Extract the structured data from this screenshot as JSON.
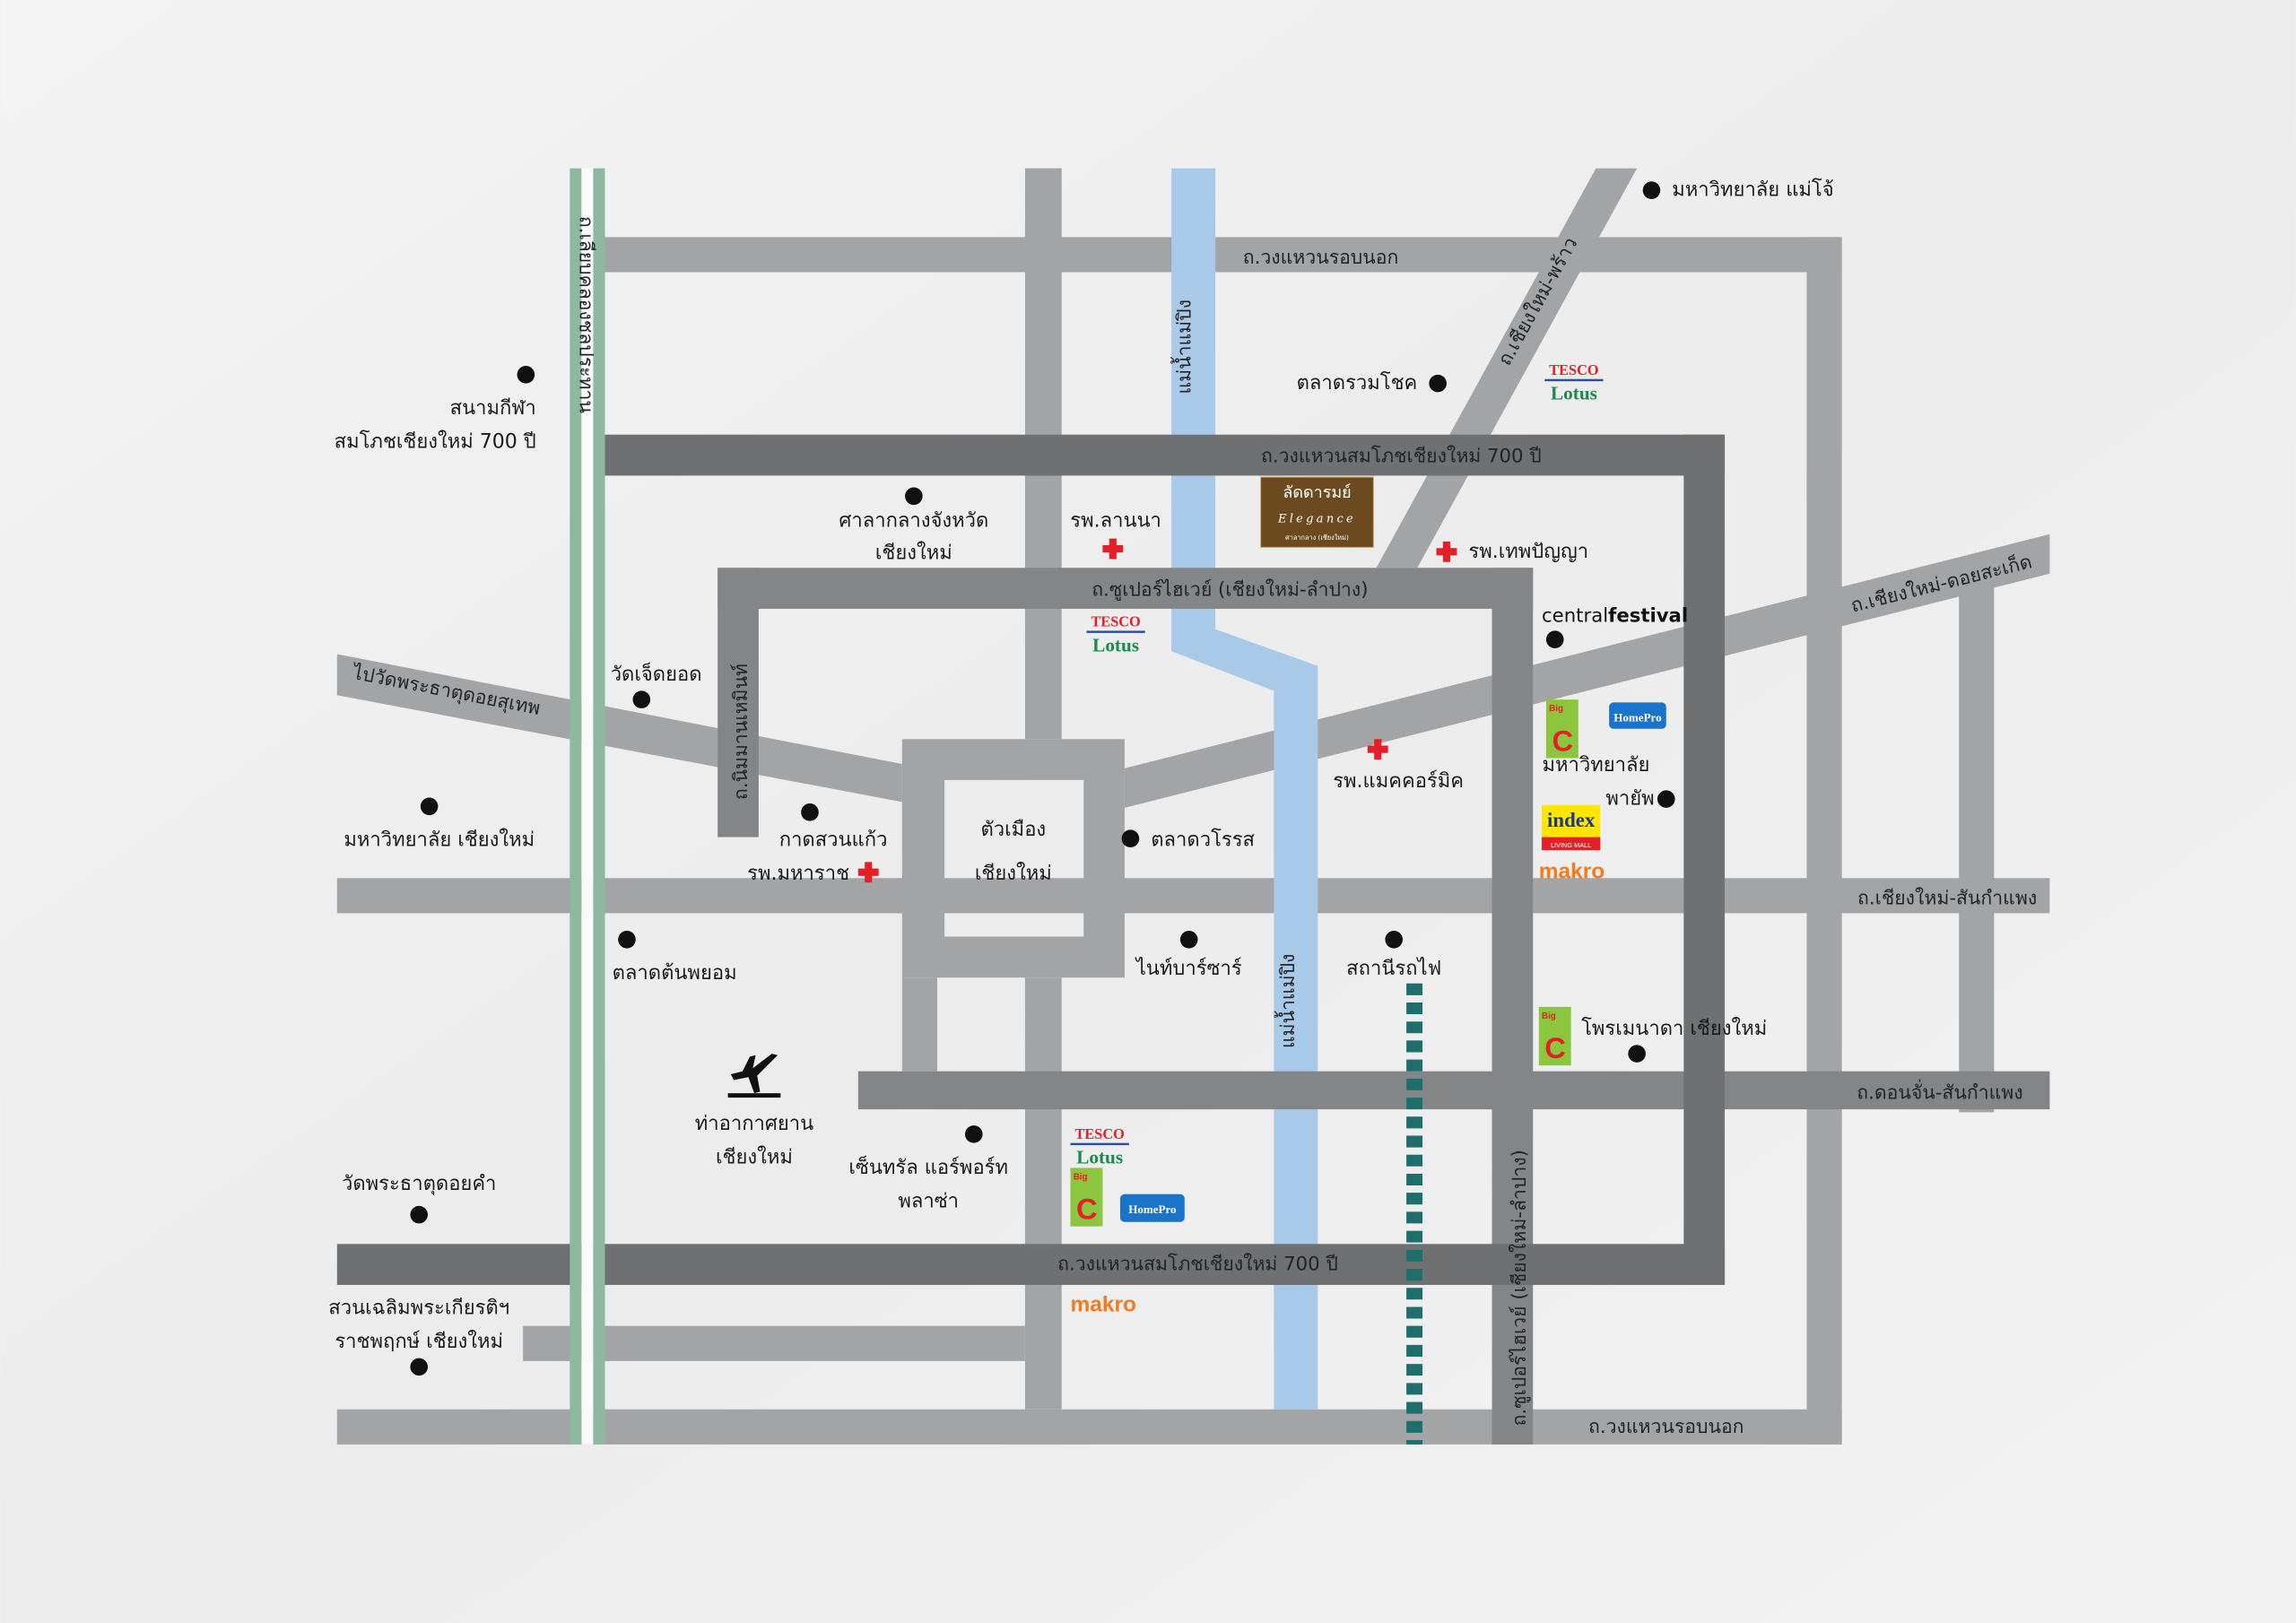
{
  "colors": {
    "light_road": "#a3a4a6",
    "dark_road": "#6f7072",
    "medium_road": "#848587",
    "river": "#a9c9e8",
    "canal": "#8fb8a0",
    "railway": "#1f6e6e",
    "hospital": "#e32028"
  },
  "roads": {
    "outer_ring_top": "ถ.วงแหวนรอบนอก",
    "outer_ring_bottom": "ถ.วงแหวนรอบนอก",
    "ring700_top": "ถ.วงแหวนสมโภชเชียงใหม่ 700 ปี",
    "ring700_bottom": "ถ.วงแหวนสมโภชเชียงใหม่ 700 ปี",
    "superhighway_top": "ถ.ซูเปอร์ไฮเวย์ (เชียงใหม่-ลำปาง)",
    "superhighway_right": "ถ.ซูเปอร์ไฮเวย์ (เชียงใหม่-ลำปาง)",
    "canal_road": "ถ.เลียบคลองชลประทาน",
    "phrao": "ถ.เชียงใหม่-พร้าว",
    "doi_saket": "ถ.เชียงใหม่-ดอยสะเก็ด",
    "sankamphaeng": "ถ.เชียงใหม่-สันกำแพง",
    "don_chan": "ถ.ดอนจั่น-สันกำแพง",
    "nimman": "ถ.นิมมานเหมินท์",
    "doi_suthep": "ไปวัดพระธาตุดอยสุเทพ",
    "river_top": "แม่น้ำแม่ปิง",
    "river_bottom": "แม่น้ำแม่ปิง"
  },
  "places": {
    "maejo": "มหาวิทยาลัย แม่โจ้",
    "stadium_1": "สนามกีฬา",
    "stadium_2": "สมโภชเชียงใหม่ 700 ปี",
    "ruamchok": "ตลาดรวมโชค",
    "city_hall_1": "ศาลากลางจังหวัด",
    "city_hall_2": "เชียงใหม่",
    "lanna_hosp": "รพ.ลานนา",
    "thepanya_hosp": "รพ.เทพปัญญา",
    "wat_jedyod": "วัดเจ็ดยอด",
    "cmu": "มหาวิทยาลัย เชียงใหม่",
    "kad_suan_kaew": "กาดสวนแก้ว",
    "maharaj_hosp": "รพ.มหาราช",
    "city_1": "ตัวเมือง",
    "city_2": "เชียงใหม่",
    "warorot": "ตลาดวโรรส",
    "mccormick_hosp": "รพ.แมคคอร์มิค",
    "payap_1": "มหาวิทยาลัย",
    "payap_2": "พายัพ",
    "ton_payom": "ตลาดต้นพยอม",
    "night_bazaar": "ไนท์บาร์ซาร์",
    "station": "สถานีรถไฟ",
    "promenada": "โพรเมนาดา เชียงใหม่",
    "airport_1": "ท่าอากาศยาน",
    "airport_2": "เชียงใหม่",
    "airport_plaza_1": "เซ็นทรัล แอร์พอร์ท",
    "airport_plaza_2": "พลาซ่า",
    "doi_kham": "วัดพระธาตุดอยคำ",
    "royal_park_1": "สวนเฉลิมพระเกียรติฯ",
    "royal_park_2": "ราชพฤกษ์ เชียงใหม่"
  },
  "brands": {
    "tesco": "TESCO",
    "lotus": "Lotus",
    "bigc": "Big",
    "bigc_c": "C",
    "homepro": "HomePro",
    "index": "index",
    "index_sub": "LIVING MALL",
    "makro": "makro",
    "central": "central",
    "festival": "festival",
    "project_th": "ลัดดารมย์",
    "project_en": "Elegance",
    "project_sub": "ศาลากลาง (เชียงใหม่)"
  }
}
